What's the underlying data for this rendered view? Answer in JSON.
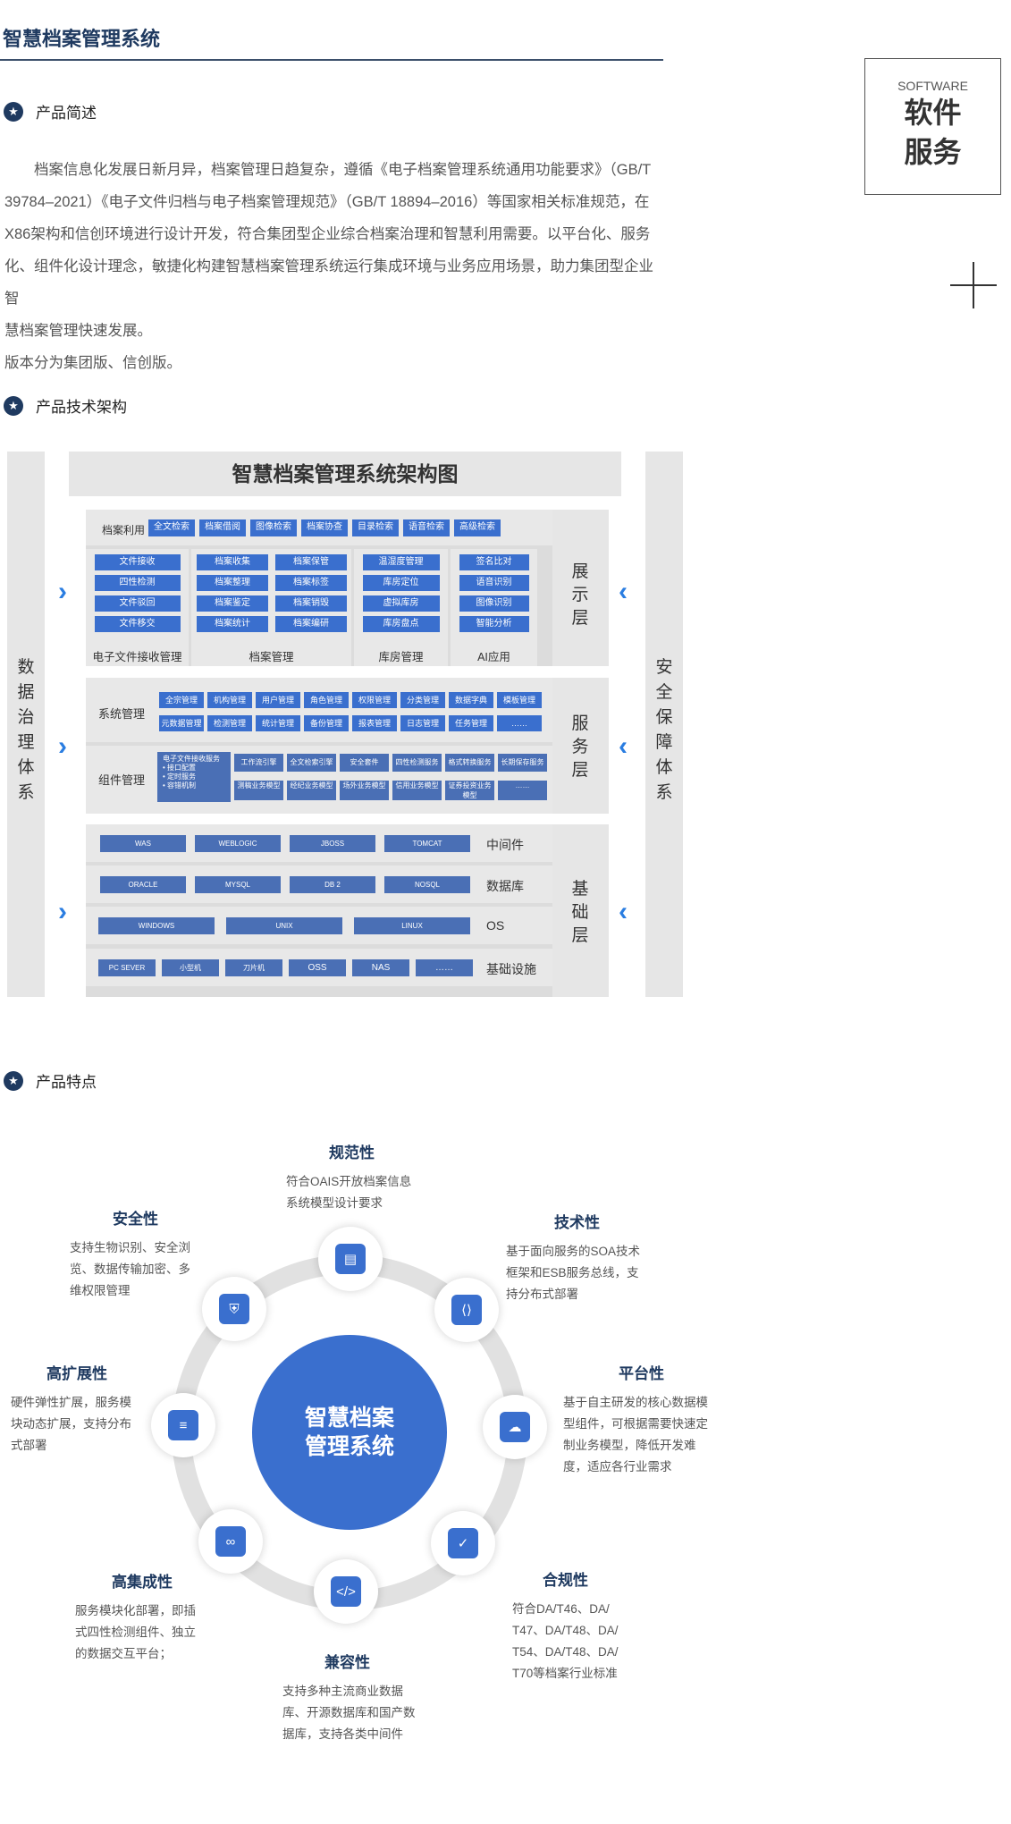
{
  "page": {
    "title": "智慧档案管理系统"
  },
  "software_box": {
    "en": "SOFTWARE",
    "cn_line1": "软件",
    "cn_line2": "服务"
  },
  "intro": {
    "heading": "产品简述",
    "para_lines": [
      "档案信息化发展日新月异，档案管理日趋复杂，遵循《电子档案管理系统通用功能要求》（GB/T",
      "39784–2021）《电子文件归档与电子档案管理规范》（GB/T 18894–2016）等国家相关标准规范，在",
      "X86架构和信创环境进行设计开发，符合集团型企业综合档案治理和智慧利用需要。以平台化、服务",
      "化、组件化设计理念，敏捷化构建智慧档案管理系统运行集成环境与业务应用场景，助力集团型企业智",
      "慧档案管理快速发展。"
    ],
    "note": "版本分为集团版、信创版。"
  },
  "arch": {
    "heading": "产品技术架构",
    "title": "智慧档案管理系统架构图",
    "left_side": [
      "数",
      "据",
      "治",
      "理",
      "体",
      "系"
    ],
    "right_side": [
      "安",
      "全",
      "保",
      "障",
      "体",
      "系"
    ],
    "display": {
      "layer_name": [
        "展",
        "示",
        "层"
      ],
      "util_label": "档案利用",
      "util_buttons": [
        "全文检索",
        "档案借阅",
        "图像检索",
        "档案协查",
        "目录检索",
        "语音检索",
        "高级检索"
      ],
      "groups": [
        {
          "name": "电子文件接收管理",
          "items": [
            "文件接收",
            "四性检测",
            "文件驳回",
            "文件移交"
          ]
        },
        {
          "name": "档案管理",
          "items": [
            "档案收集",
            "档案保管",
            "档案整理",
            "档案标签",
            "档案鉴定",
            "档案销毁",
            "档案统计",
            "档案编研"
          ]
        },
        {
          "name": "库房管理",
          "items": [
            "温湿度管理",
            "库房定位",
            "虚拟库房",
            "库房盘点"
          ]
        },
        {
          "name": "AI应用",
          "items": [
            "签名比对",
            "语音识别",
            "图像识别",
            "智能分析"
          ]
        }
      ]
    },
    "service": {
      "layer_name": [
        "服",
        "务",
        "层"
      ],
      "sys_label": "系统管理",
      "sys_row1": [
        "全宗管理",
        "机构管理",
        "用户管理",
        "角色管理",
        "权限管理",
        "分类管理",
        "数据字典",
        "模板管理"
      ],
      "sys_row2": [
        "元数据管理",
        "检测管理",
        "统计管理",
        "备份管理",
        "报表管理",
        "日志管理",
        "任务管理",
        "……"
      ],
      "comp_label": "组件管理",
      "comp_big": [
        "电子文件接收服务",
        "• 接口配置",
        "• 定时服务",
        "• 容错机制"
      ],
      "comp_row1": [
        "工作流引擎",
        "全文检索引擎",
        "安全套件",
        "四性检测服务",
        "格式转换服务",
        "长期保存服务"
      ],
      "comp_row2": [
        "测稿业务模型",
        "经纪业务模型",
        "场外业务模型",
        "信用业务模型",
        "证券投资业务模型",
        "……"
      ]
    },
    "base": {
      "layer_name": [
        "基",
        "础",
        "层"
      ],
      "rows": [
        {
          "label": "中间件",
          "items": [
            "WAS",
            "WEBLOGIC",
            "JBOSS",
            "TOMCAT"
          ]
        },
        {
          "label": "数据库",
          "items": [
            "ORACLE",
            "MYSQL",
            "DB 2",
            "NOSQL"
          ]
        },
        {
          "label": "OS",
          "items": [
            "WINDOWS",
            "UNIX",
            "LINUX"
          ]
        },
        {
          "label": "基础设施",
          "items": [
            "PC SEVER",
            "小型机",
            "刀片机",
            "OSS",
            "NAS",
            "……"
          ]
        }
      ]
    }
  },
  "features": {
    "heading": "产品特点",
    "core": [
      "智慧档案",
      "管理系统"
    ],
    "items": [
      {
        "title": "规范性",
        "desc": [
          "符合OAIS开放档案信息",
          "系统模型设计要求"
        ],
        "icon": "server-icon"
      },
      {
        "title": "技术性",
        "desc": [
          "基于面向服务的SOA技术",
          "框架和ESB服务总线，支",
          "持分布式部署"
        ],
        "icon": "code-monitor-icon"
      },
      {
        "title": "平台性",
        "desc": [
          "基于自主研发的核心数据模",
          "型组件，可根据需要快速定",
          "制业务模型，降低开发难",
          "度，适应各行业需求"
        ],
        "icon": "cloud-icon"
      },
      {
        "title": "合规性",
        "desc": [
          "符合DA/T46、DA/",
          "T47、DA/T48、DA/",
          "T54、DA/T48、DA/",
          "T70等档案行业标准"
        ],
        "icon": "clipboard-check-icon"
      },
      {
        "title": "兼容性",
        "desc": [
          "支持多种主流商业数据",
          "库、开源数据库和国产数",
          "据库，支持各类中间件"
        ],
        "icon": "code-window-icon"
      },
      {
        "title": "高集成性",
        "desc": [
          "服务模块化部署，即插",
          "式四性检测组件、独立",
          "的数据交互平台；"
        ],
        "icon": "link-icon"
      },
      {
        "title": "高扩展性",
        "desc": [
          "硬件弹性扩展，服务模",
          "块动态扩展，支持分布",
          "式部署"
        ],
        "icon": "layers-icon"
      },
      {
        "title": "安全性",
        "desc": [
          "支持生物识别、安全浏",
          "览、数据传输加密、多",
          "维权限管理"
        ],
        "icon": "shield-icon"
      }
    ]
  },
  "colors": {
    "accent": "#3a6fce",
    "navy": "#1f3a60",
    "arrow": "#2a7de1",
    "panel": "#e6e6e6"
  }
}
